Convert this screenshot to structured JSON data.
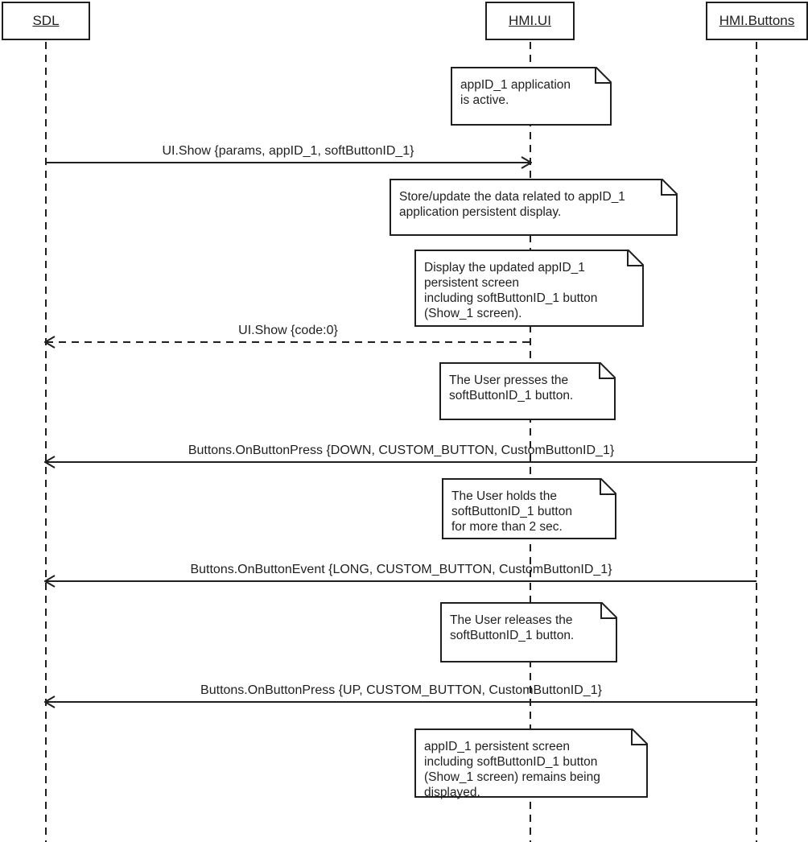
{
  "diagram": {
    "colors": {
      "ink": "#1f1f1f",
      "background": "#ffffff"
    },
    "actors": [
      {
        "label": "SDL"
      },
      {
        "label": "HMI.UI"
      },
      {
        "label": "HMI.Buttons"
      }
    ],
    "messages": [
      {
        "label": "UI.Show {params, appID_1, softButtonID_1}",
        "from": "SDL",
        "to": "HMI.UI",
        "line": "solid",
        "direction": "right"
      },
      {
        "label": "UI.Show {code:0}",
        "from": "HMI.UI",
        "to": "SDL",
        "line": "dashed",
        "direction": "left"
      },
      {
        "label": "Buttons.OnButtonPress {DOWN, CUSTOM_BUTTON, CustomButtonID_1}",
        "from": "HMI.Buttons",
        "to": "SDL",
        "line": "solid",
        "direction": "left"
      },
      {
        "label": "Buttons.OnButtonEvent {LONG, CUSTOM_BUTTON, CustomButtonID_1}",
        "from": "HMI.Buttons",
        "to": "SDL",
        "line": "solid",
        "direction": "left"
      },
      {
        "label": "Buttons.OnButtonPress {UP, CUSTOM_BUTTON, CustomButtonID_1}",
        "from": "HMI.Buttons",
        "to": "SDL",
        "line": "solid",
        "direction": "left"
      }
    ],
    "notes": [
      {
        "text": "appID_1 application\nis active."
      },
      {
        "text": "Store/update the data related to appID_1\napplication persistent display."
      },
      {
        "text": "Display the updated appID_1\npersistent screen\nincluding softButtonID_1 button\n(Show_1 screen)."
      },
      {
        "text": "The User presses the\nsoftButtonID_1 button."
      },
      {
        "text": "The User holds the\nsoftButtonID_1 button\nfor more than 2 sec."
      },
      {
        "text": "The User releases the\nsoftButtonID_1 button."
      },
      {
        "text": "appID_1 persistent screen\nincluding softButtonID_1 button\n(Show_1 screen) remains being\ndisplayed."
      }
    ]
  }
}
